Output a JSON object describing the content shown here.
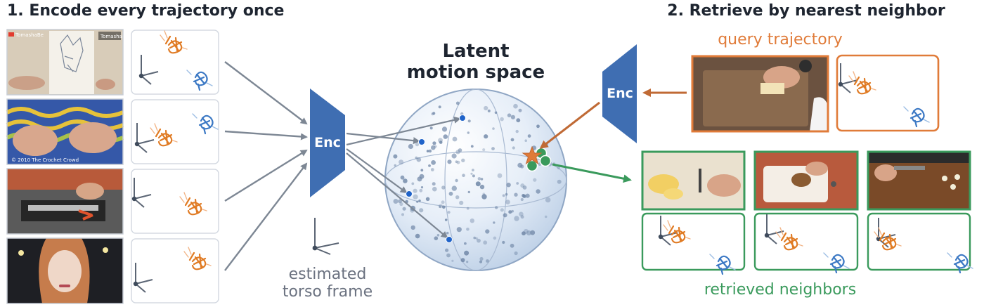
{
  "titles": {
    "section1": "1. Encode every trajectory once",
    "section2": "2. Retrieve by nearest neighbor",
    "latent_line1": "Latent",
    "latent_line2": "motion space"
  },
  "encoder_label": "Enc",
  "torso_label_line1": "estimated",
  "torso_label_line2": "torso frame",
  "query_label": "query trajectory",
  "retrieved_label": "retrieved neighbors",
  "frame_watermarks": {
    "frame1_left": "TomashaBe",
    "frame1_right": "TomashaBe",
    "frame2": "© 2010 The Crochet Crowd"
  },
  "colors": {
    "encoder": "#3f6eb2",
    "query": "#e07b39",
    "retrieved": "#3a9a5c",
    "arrow": "#7d8794",
    "left_hand": "#e07b24",
    "right_hand": "#3b78c4",
    "latent_sphere": "#dbe6f3"
  },
  "icons": [
    "coordinate-frame-icon",
    "hand-trajectory-icon",
    "star-query-icon"
  ]
}
